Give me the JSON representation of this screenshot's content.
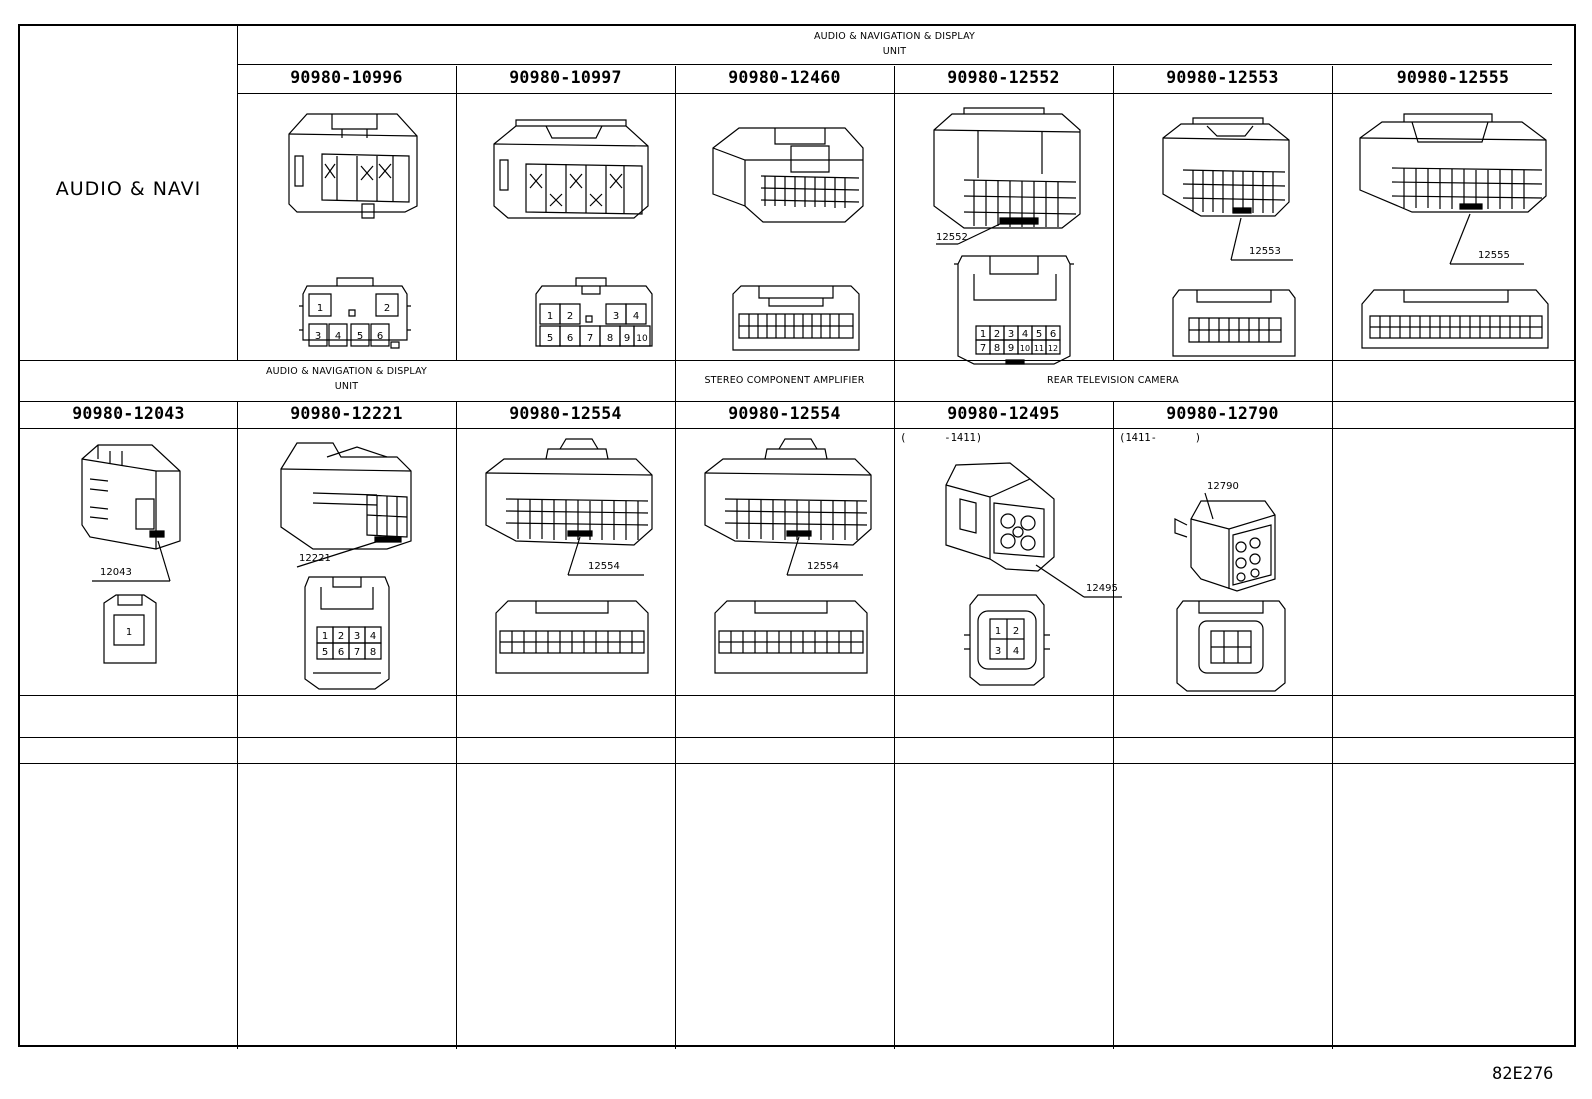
{
  "table": {
    "row_label": "AUDIO & NAVI",
    "row1_header": "AUDIO & NAVIGATION & DISPLAY\nUNIT",
    "row1_parts": [
      "90980-10996",
      "90980-10997",
      "90980-12460",
      "90980-12552",
      "90980-12553",
      "90980-12555"
    ],
    "row2_header_a": "AUDIO & NAVIGATION & DISPLAY\nUNIT",
    "row2_header_b": "STEREO COMPONENT AMPLIFIER",
    "row2_header_c": "REAR TELEVISION CAMERA",
    "row2_parts": [
      "90980-12043",
      "90980-12221",
      "90980-12554",
      "90980-12554",
      "90980-12495",
      "90980-12790"
    ],
    "note_12495": "(      -1411)",
    "note_12790": "(1411-      )",
    "callouts": {
      "c12552": "12552",
      "c12553": "12553",
      "c12555": "12555",
      "c12043": "12043",
      "c12221": "12221",
      "c12554a": "12554",
      "c12554b": "12554",
      "c12495": "12495",
      "c12790": "12790"
    },
    "pins": {
      "p10996": [
        "1",
        "2",
        "3",
        "4",
        "5",
        "6"
      ],
      "p10997": [
        "1",
        "2",
        "3",
        "4",
        "5",
        "6",
        "7",
        "8",
        "9",
        "10"
      ],
      "p12552": [
        "1",
        "2",
        "3",
        "4",
        "5",
        "6",
        "7",
        "8",
        "9",
        "10",
        "11",
        "12"
      ],
      "p12043": [
        "1"
      ],
      "p12221": [
        "1",
        "2",
        "3",
        "4",
        "5",
        "6",
        "7",
        "8"
      ],
      "p12495": [
        "1",
        "2",
        "3",
        "4"
      ]
    }
  },
  "figure_code": "82E276"
}
